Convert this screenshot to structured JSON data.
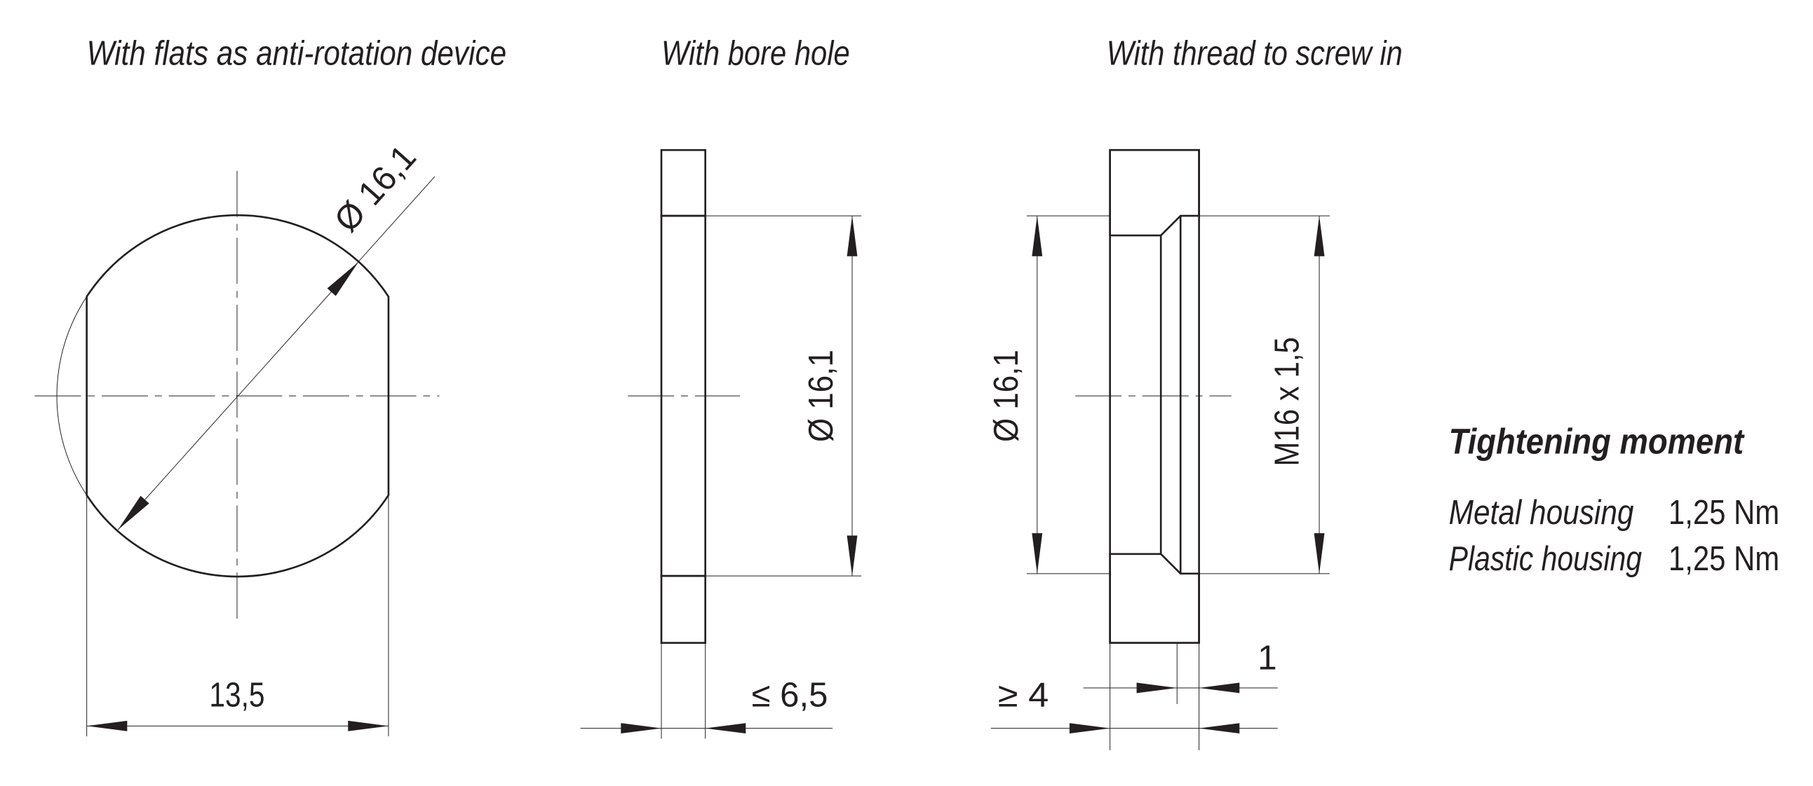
{
  "views": {
    "flats": {
      "title": "With flats as anti-rotation device",
      "diameter_label": "Ø 16,1",
      "width_label": "13,5"
    },
    "bore": {
      "title": "With bore hole",
      "diameter_label": "Ø 16,1",
      "thickness_label": "≤ 6,5"
    },
    "thread": {
      "title": "With thread to screw in",
      "diameter_label": "Ø 16,1",
      "thread_label": "M16 x 1,5",
      "thickness_label": "≥ 4",
      "chamfer_label": "1"
    }
  },
  "tightening": {
    "heading": "Tightening moment",
    "rows": [
      {
        "label": "Metal housing",
        "value": "1,25 Nm"
      },
      {
        "label": "Plastic housing",
        "value": "1,25 Nm"
      }
    ]
  }
}
